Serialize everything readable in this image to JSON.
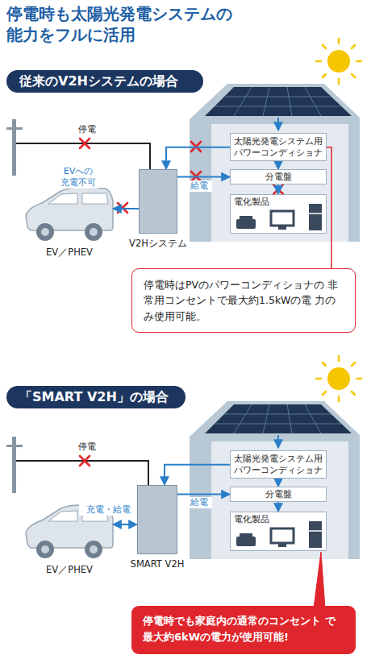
{
  "diagram": {
    "title": "停電時も太陽光発電システムの 能力をフルに活用",
    "nodes": [
      {
        "text": [
          "従来のV2Hシステムの場合"
        ]
      },
      {
        "text": [
          "太陽光発電システム用 パワーコンディショナ"
        ]
      },
      {
        "text": [
          "分電盤"
        ]
      },
      {
        "text": [
          "電化製品"
        ]
      },
      {
        "text": [
          "V2Hシステム"
        ]
      },
      {
        "text": [
          "EV／PHEV"
        ]
      },
      {
        "text": [
          "停電時はPVのパワーコンディショナの 非常用コンセントで最大約1.5kWの電 力のみ使用可能。"
        ]
      },
      {
        "text": [
          "「SMART V2H」の場合"
        ]
      },
      {
        "text": [
          "太陽光発電システム用 パワーコンディショナ"
        ]
      },
      {
        "text": [
          "分電盤"
        ]
      },
      {
        "text": [
          "電化製品"
        ]
      },
      {
        "text": [
          "SMART V2H"
        ]
      },
      {
        "text": [
          "EV／PHEV"
        ]
      },
      {
        "text": [
          "停電時でも家庭内の通常のコンセント で最大約6kWの電力が使用可能!"
        ]
      }
    ],
    "edges": [
      {
        "from": 1,
        "to": 4,
        "arrow": "to"
      },
      {
        "from": 4,
        "to": 2,
        "label": "給電",
        "arrow": "to"
      },
      {
        "from": 4,
        "to": 5,
        "label": "EVへの 充電不可",
        "arrow": "to"
      },
      {
        "from": 1,
        "to": 2,
        "arrow": "to"
      },
      {
        "from": 2,
        "to": 3,
        "arrow": "to"
      },
      {
        "from": 6,
        "to": 1,
        "arrow": "none"
      },
      {
        "from": 8,
        "to": 11,
        "arrow": "to"
      },
      {
        "from": 11,
        "to": 9,
        "label": "給電",
        "arrow": "to"
      },
      {
        "from": 11,
        "to": 12,
        "label": "充電・給電",
        "arrow": "both"
      },
      {
        "from": 8,
        "to": 9,
        "arrow": "to"
      },
      {
        "from": 9,
        "to": 10,
        "arrow": "to"
      },
      {
        "from": 13,
        "to": 10,
        "arrow": "none"
      }
    ],
    "labels": [
      "停電",
      "停電"
    ]
  }
}
